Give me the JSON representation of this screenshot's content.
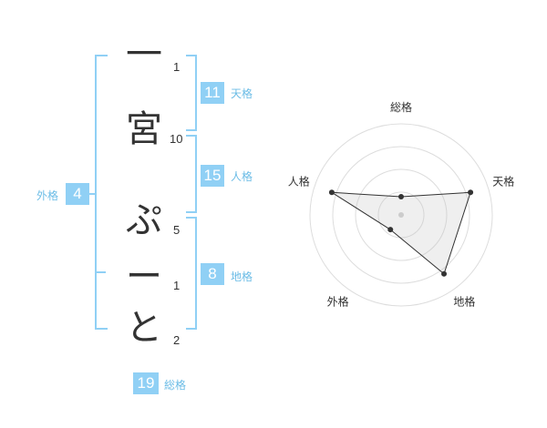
{
  "name": {
    "characters": [
      {
        "char": "一",
        "strokes": "1"
      },
      {
        "char": "宮",
        "strokes": "10"
      },
      {
        "char": "ぷ",
        "strokes": "5"
      },
      {
        "char": "ー",
        "strokes": "1"
      },
      {
        "char": "と",
        "strokes": "2"
      }
    ]
  },
  "kaku": {
    "tenkaku": {
      "label": "天格",
      "value": "11"
    },
    "jinkaku": {
      "label": "人格",
      "value": "15"
    },
    "chikaku": {
      "label": "地格",
      "value": "8"
    },
    "gaikaku": {
      "label": "外格",
      "value": "4"
    },
    "soukaku": {
      "label": "総格",
      "value": "19"
    }
  },
  "colors": {
    "accent": "#90d0f5",
    "label": "#6bbce6",
    "text": "#333333"
  },
  "chart_data": {
    "type": "radar",
    "axes": [
      "総格",
      "天格",
      "地格",
      "外格",
      "人格"
    ],
    "values": [
      1,
      4,
      4,
      1,
      4
    ],
    "max": 5,
    "rings": 4
  }
}
